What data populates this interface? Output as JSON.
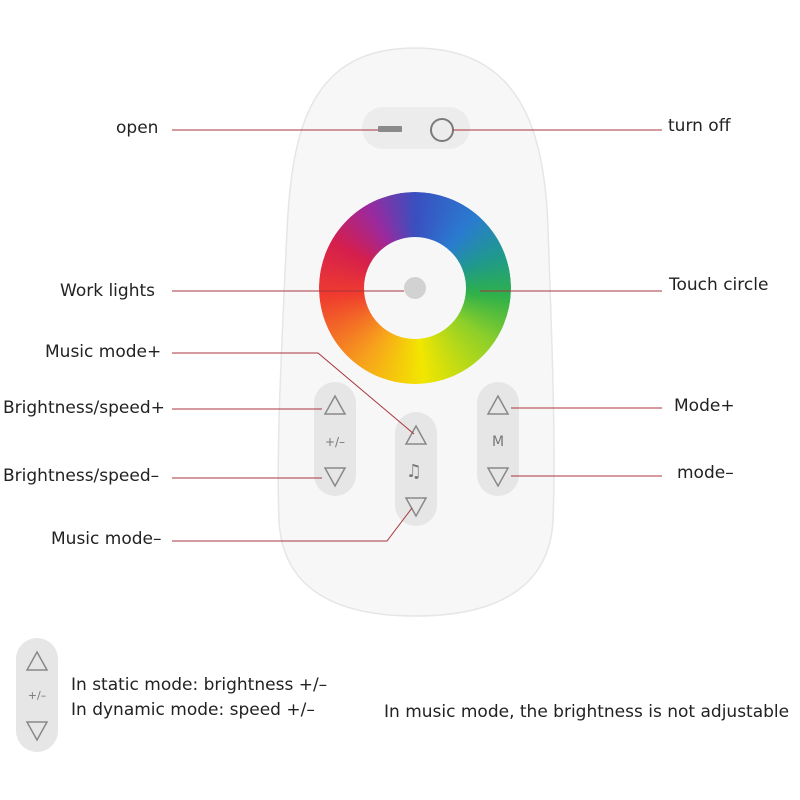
{
  "labels": {
    "open": "open",
    "turn_off": "turn off",
    "work_lights": "Work lights",
    "touch_circle": "Touch circle",
    "music_mode_plus": "Music mode+",
    "brightness_speed_plus": "Brightness/speed+",
    "brightness_speed_minus": "Brightness/speed–",
    "music_mode_minus": "Music mode–",
    "mode_plus": "Mode+",
    "mode_minus": "mode–"
  },
  "buttons": {
    "brightness_text": "+/–",
    "mode_text": "M",
    "music_text": "♫",
    "legend_text": "+/–"
  },
  "notes": {
    "static_mode": "In static mode: brightness +/–",
    "dynamic_mode": "In dynamic mode: speed +/–",
    "music_brightness": "In music mode, the brightness is not adjustable"
  },
  "colors": {
    "leader_line": "#a8343c",
    "remote_body": "#f6f6f6",
    "button_pill": "#e4e4e4"
  },
  "icons": {
    "up": "triangle-up-icon",
    "down": "triangle-down-icon",
    "music": "music-note-icon"
  }
}
